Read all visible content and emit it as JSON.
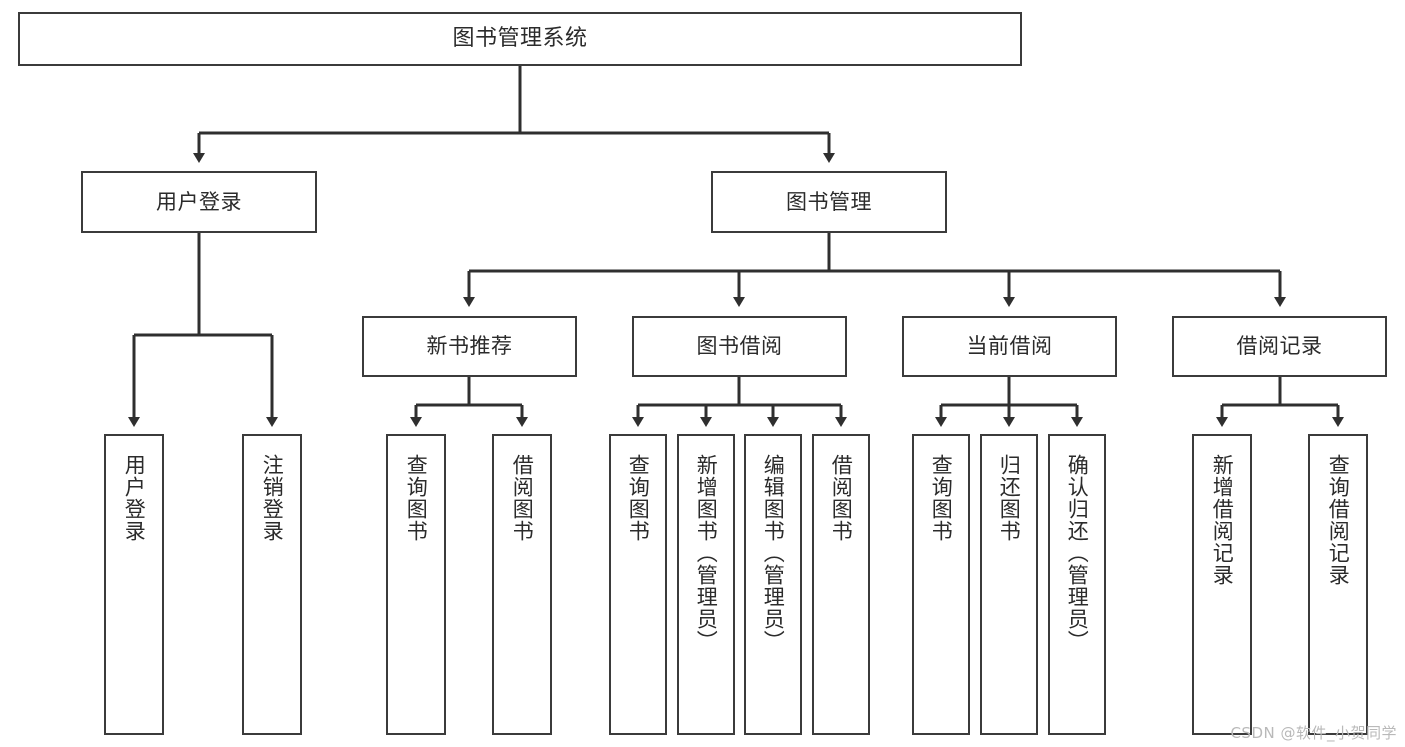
{
  "diagram": {
    "type": "tree-hierarchy-chart",
    "title": "图书管理系统",
    "style": {
      "box_border": "#3b3b3b",
      "box_fill": "#ffffff",
      "text": "#2b2b2b",
      "connector": "#2f2f2f",
      "background": "#ffffff"
    },
    "root": {
      "label": "图书管理系统"
    },
    "level2": [
      {
        "label": "用户登录"
      },
      {
        "label": "图书管理"
      }
    ],
    "level3": [
      {
        "label": "新书推荐"
      },
      {
        "label": "图书借阅"
      },
      {
        "label": "当前借阅"
      },
      {
        "label": "借阅记录"
      }
    ],
    "leaves": {
      "user_login": [
        {
          "label": "用户登录"
        },
        {
          "label": "注销登录"
        }
      ],
      "new_book_recommend": [
        {
          "label": "查询图书"
        },
        {
          "label": "借阅图书"
        }
      ],
      "book_borrow": [
        {
          "label": "查询图书"
        },
        {
          "label": "新增图书（管理员）"
        },
        {
          "label": "编辑图书（管理员）"
        },
        {
          "label": "借阅图书"
        }
      ],
      "current_borrow": [
        {
          "label": "查询图书"
        },
        {
          "label": "归还图书"
        },
        {
          "label": "确认归还（管理员）"
        }
      ],
      "borrow_record": [
        {
          "label": "新增借阅记录"
        },
        {
          "label": "查询借阅记录"
        }
      ]
    }
  },
  "watermark": {
    "text": "CSDN @软件_小贺同学"
  }
}
